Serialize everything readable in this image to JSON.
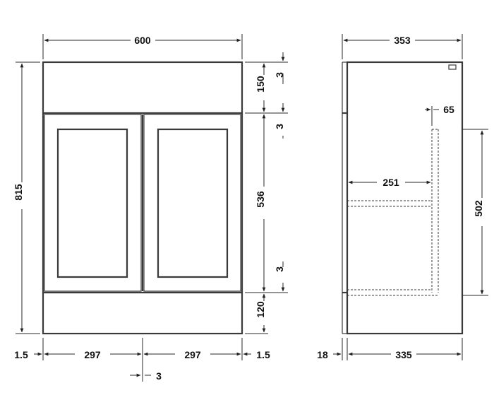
{
  "front_view": {
    "width_label": "600",
    "height_label": "815",
    "top_panel_label": "150",
    "gap_top_label": "3",
    "gap_mid_label": "3",
    "door_height_label": "536",
    "gap_low_label": "3",
    "plinth_label": "120",
    "side_left_label": "1.5",
    "door_left_label": "297",
    "door_right_label": "297",
    "side_right_label": "1.5",
    "center_gap_label": "3"
  },
  "side_view": {
    "depth_label": "353",
    "inner_depth_label": "65",
    "shelf_depth_label": "251",
    "inner_height_label": "502",
    "door_thickness_label": "18",
    "carcass_depth_label": "335"
  }
}
